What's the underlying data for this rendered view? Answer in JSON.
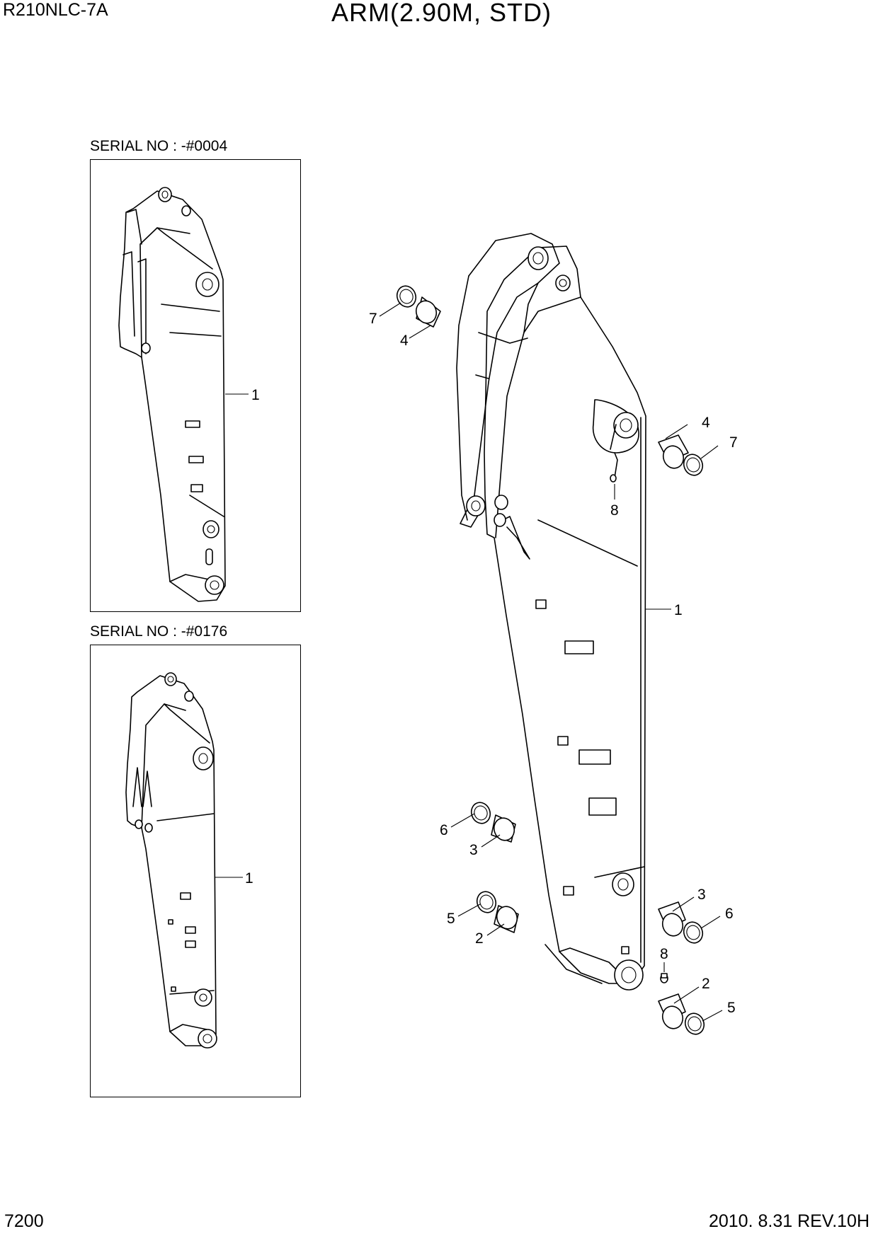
{
  "header": {
    "model": "R210NLC-7A",
    "title": "ARM(2.90M, STD)"
  },
  "footer": {
    "page_number": "7200",
    "revision": "2010. 8.31  REV.10H"
  },
  "insets": [
    {
      "serial_label": "SERIAL NO : -#0004",
      "callout": "1"
    },
    {
      "serial_label": "SERIAL NO : -#0176",
      "callout": "1"
    }
  ],
  "main_callouts": [
    {
      "label": "7"
    },
    {
      "label": "4"
    },
    {
      "label": "4"
    },
    {
      "label": "7"
    },
    {
      "label": "8"
    },
    {
      "label": "1"
    },
    {
      "label": "6"
    },
    {
      "label": "3"
    },
    {
      "label": "3"
    },
    {
      "label": "6"
    },
    {
      "label": "5"
    },
    {
      "label": "2"
    },
    {
      "label": "8"
    },
    {
      "label": "2"
    },
    {
      "label": "5"
    }
  ]
}
